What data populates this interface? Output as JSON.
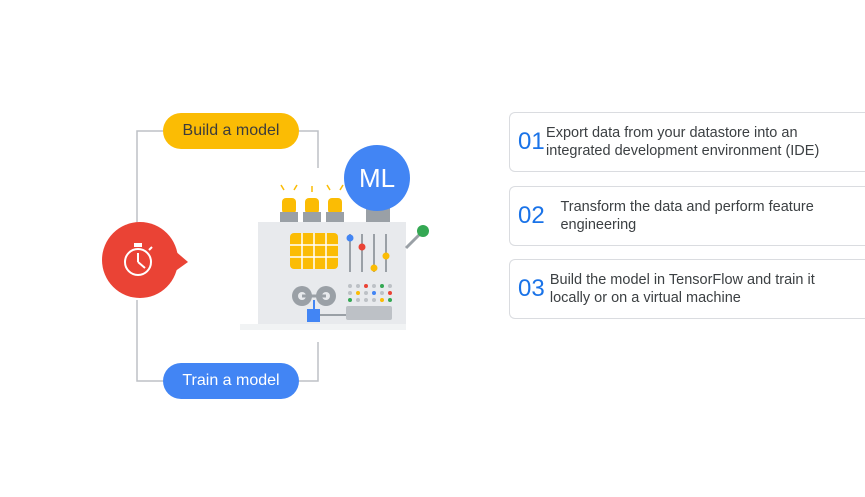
{
  "diagram": {
    "build_label": "Build a model",
    "train_label": "Train a model",
    "ml_label": "ML",
    "colors": {
      "yellow": "#fbbc04",
      "blue": "#4285f4",
      "red": "#ea4335",
      "green": "#34a853",
      "machine": "#e8eaed",
      "connector": "#bdc1c6"
    }
  },
  "steps": [
    {
      "num": "01",
      "text": "Export data from your datastore into an integrated development environment (IDE)"
    },
    {
      "num": "02",
      "text": "Transform the data and perform feature engineering"
    },
    {
      "num": "03",
      "text": "Build the model in TensorFlow and train it locally or on a virtual machine"
    }
  ]
}
